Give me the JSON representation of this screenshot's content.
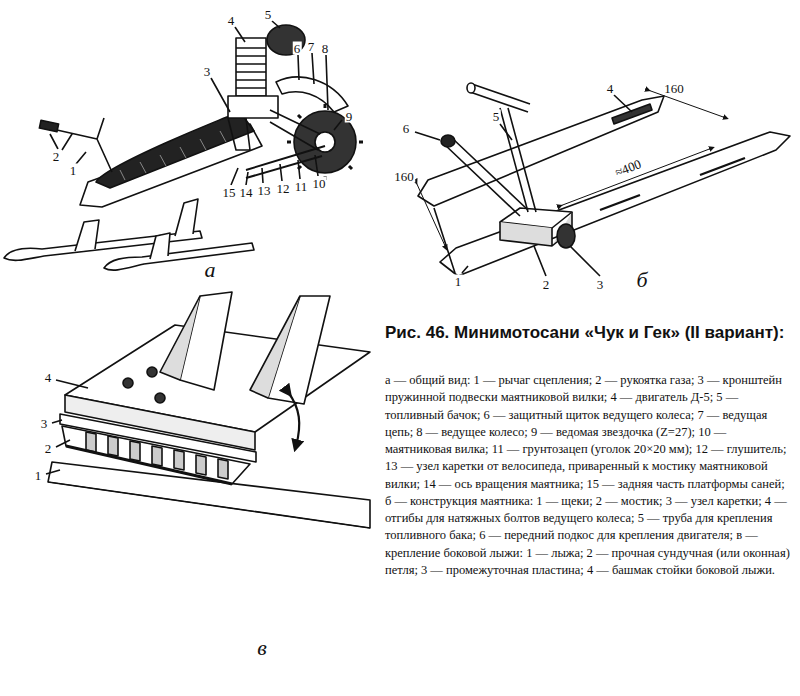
{
  "diagram": {
    "title": "Рис. 46. Минимотосани «Чук и Гек» (II вариант):",
    "caption": "а — общий вид: 1 — рычаг сцепления; 2 — рукоятка газа; 3 — кронштейн пружинной подвески маятниковой вилки; 4 — двигатель Д-5; 5 — топливный бачок; 6 — защитный щиток ведущего колеса; 7 — ведущая цепь; 8 — ведущее колесо; 9 — ведомая звездочка (Z=27); 10 — маятниковая вилка; 11 — грунтозацеп (уголок 20×20 мм); 12 — глушитель; 13 — узел каретки от велосипеда, приваренный к мостику маятниковой вилки; 14 — ось вращения маятника; 15 — задняя часть платформы саней; б — конструкция маятника: 1 — щеки; 2 — мостик; 3 — узел каретки; 4 — отгибы для натяжных болтов ведущего колеса; 5 — труба для крепления топливного бака; 6 — передний подкос для крепления двигателя; в — крепление боковой лыжи: 1 — лыжа; 2 — прочная сундучная (или оконная) петля; 3 — промежуточная пластина; 4 — башмак стойки боковой лыжи.",
    "labels": [
      "4",
      "5",
      "3",
      "6",
      "7",
      "8",
      "9",
      "2",
      "1",
      "15",
      "14",
      "13",
      "12",
      "11",
      "10",
      "а",
      "6",
      "5",
      "4",
      "160",
      "≈400",
      "160",
      "1",
      "2",
      "3",
      "б",
      "4",
      "3",
      "2",
      "1",
      "в"
    ]
  }
}
